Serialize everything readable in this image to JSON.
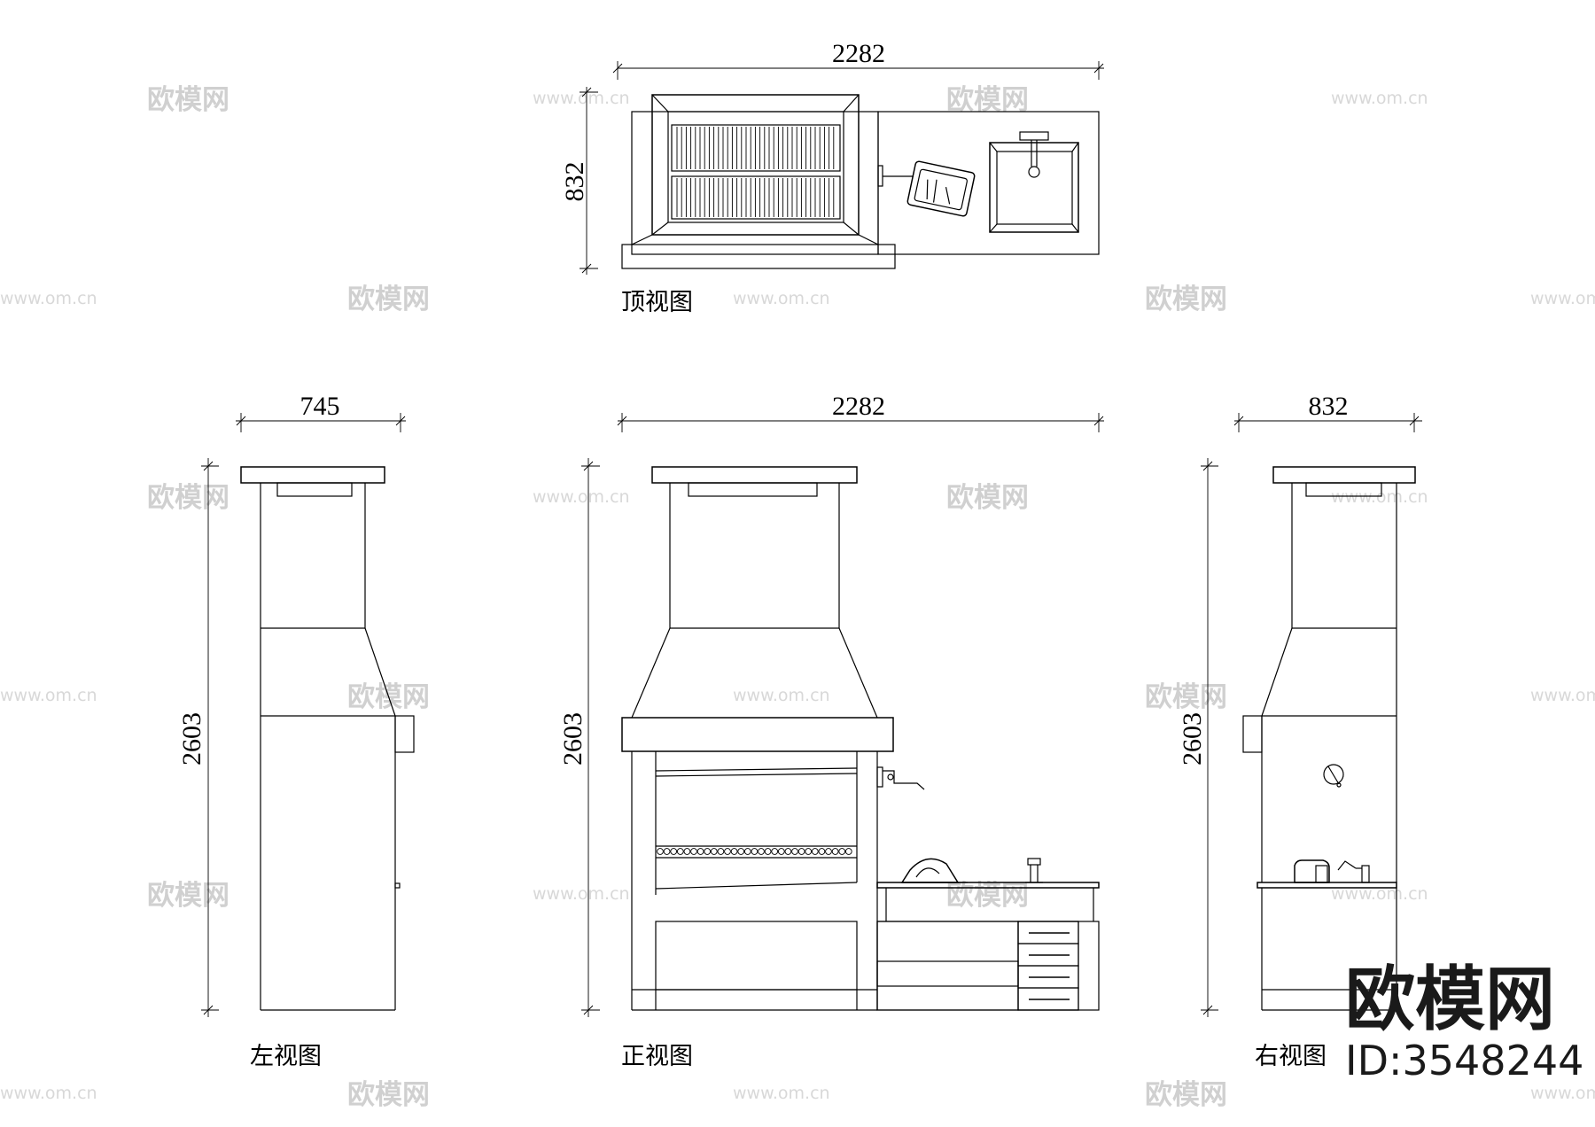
{
  "views": {
    "top": {
      "caption": "顶视图",
      "width_dim": "2282",
      "depth_dim": "832"
    },
    "left": {
      "caption": "左视图",
      "width_dim": "745",
      "height_dim": "2603"
    },
    "front": {
      "caption": "正视图",
      "width_dim": "2282",
      "height_dim": "2603"
    },
    "right": {
      "caption": "右视图",
      "width_dim": "832",
      "height_dim": "2603"
    }
  },
  "watermark": {
    "site_name": "欧模网",
    "site_url": "www.om.cn",
    "brand_name": "欧模网",
    "brand_id": "ID:3548244"
  }
}
